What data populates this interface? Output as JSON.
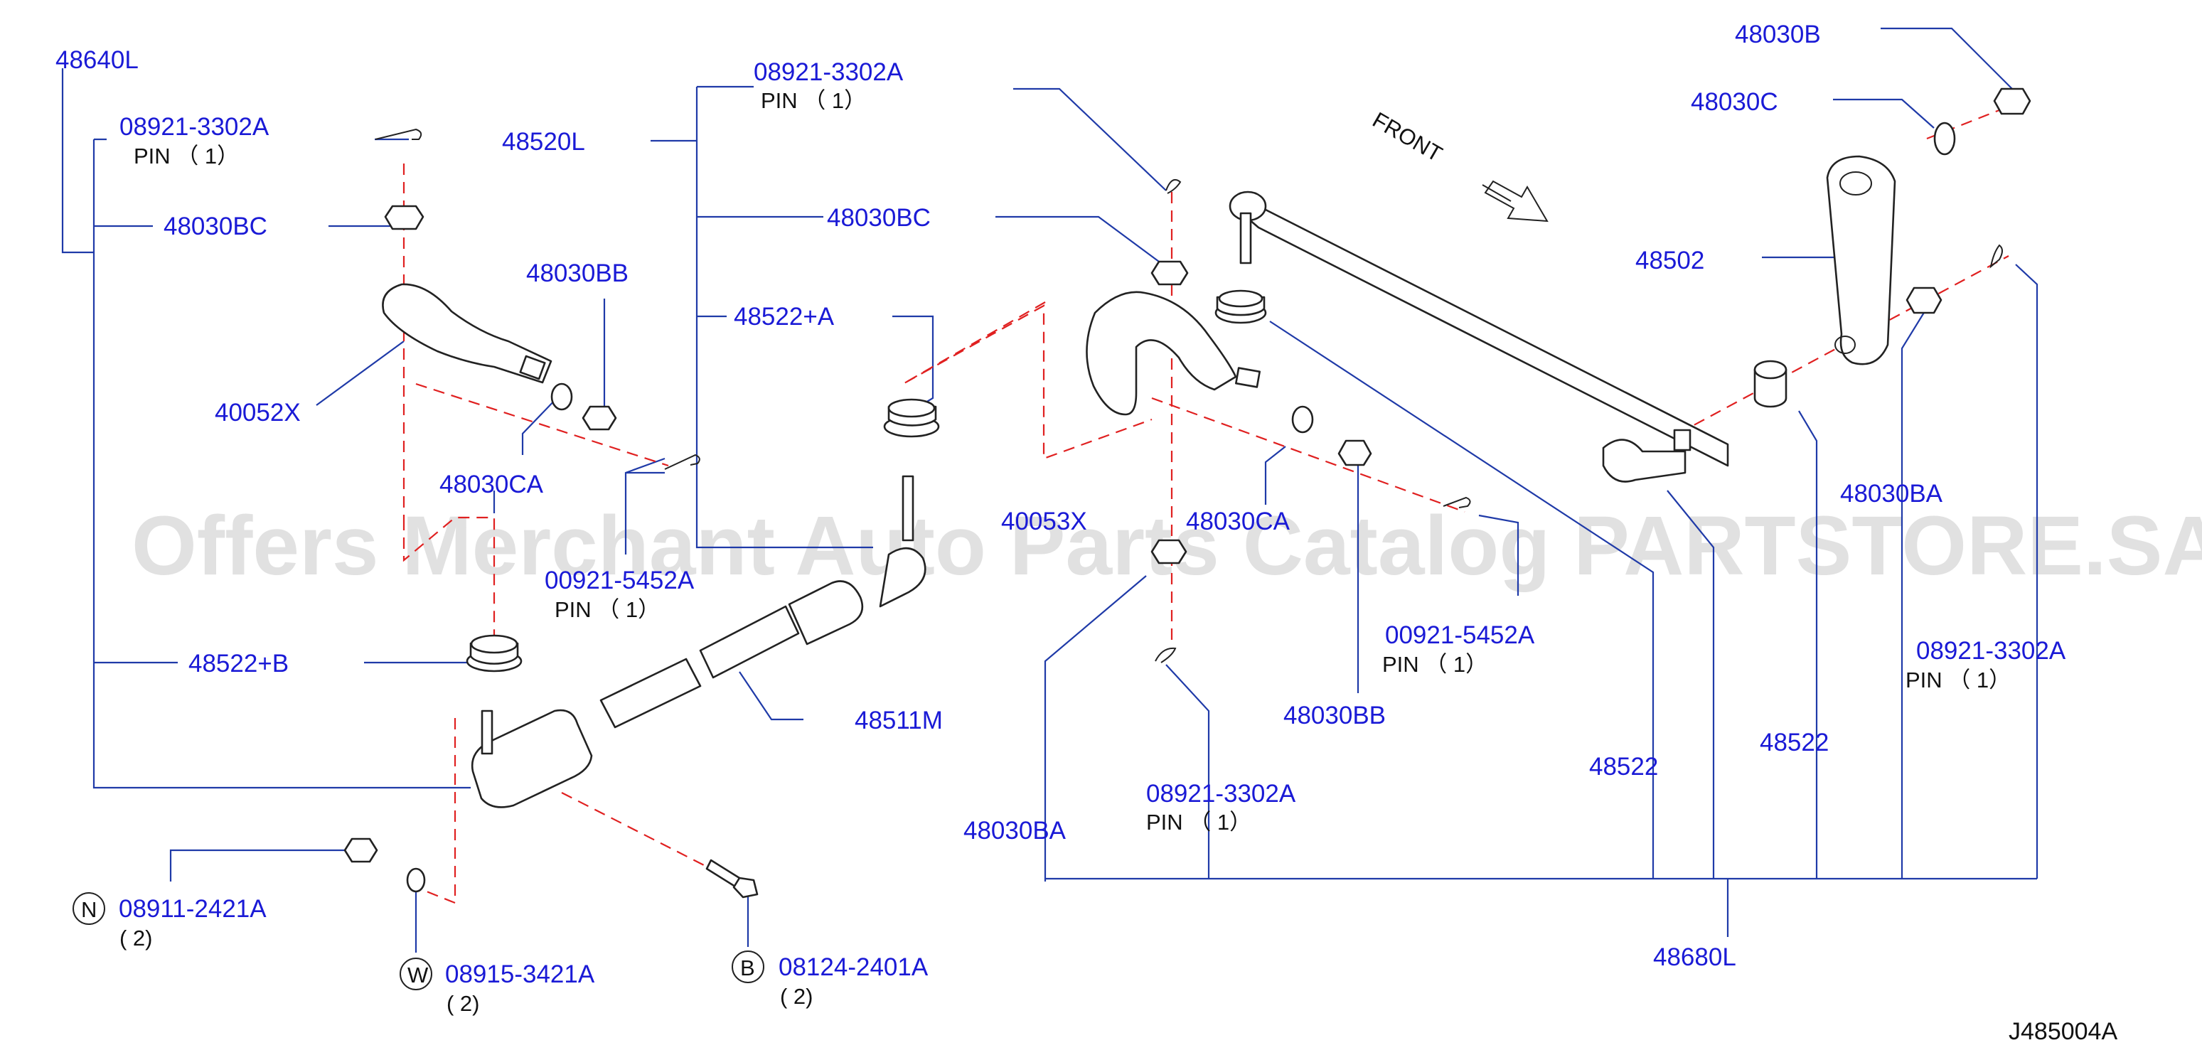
{
  "watermark": "Offers Merchant Auto Parts Catalog PARTSTORE.SA",
  "diagram_id": "J485004A",
  "front_label": "FRONT",
  "colors": {
    "label": "#1a1ad6",
    "leader": "#1f3aa8",
    "dash": "#e02020",
    "watermark": "#c9c9c9"
  },
  "labels": {
    "l_48640L": "48640L",
    "l_pin1_code": "08921-3302A",
    "l_pin1_desc": "PIN （ 1）",
    "l_48030BC_left": "48030BC",
    "l_48030BB_left": "48030BB",
    "l_40052X": "40052X",
    "l_48030CA_left": "48030CA",
    "l_48520L": "48520L",
    "l_pin2_code": "08921-3302A",
    "l_pin2_desc": "PIN （ 1）",
    "l_48030BC_mid": "48030BC",
    "l_48522A": "48522+A",
    "l_00921_left_code": "00921-5452A",
    "l_00921_left_desc": "PIN （ 1）",
    "l_48522B": "48522+B",
    "l_48511M": "48511M",
    "l_08911_code": "08911-2421A",
    "l_08911_qty": "( 2)",
    "l_08911_ref": "N",
    "l_08915_code": "08915-3421A",
    "l_08915_qty": "( 2)",
    "l_08915_ref": "W",
    "l_08124_code": "08124-2401A",
    "l_08124_qty": "( 2)",
    "l_08124_ref": "B",
    "l_40053X": "40053X",
    "l_48030CA_mid": "48030CA",
    "l_00921_right_code": "00921-5452A",
    "l_00921_right_desc": "PIN （ 1）",
    "l_48030BB_mid": "48030BB",
    "l_pin3_code": "08921-3302A",
    "l_pin3_desc": "PIN （ 1）",
    "l_48030BA_left": "48030BA",
    "l_48522_a": "48522",
    "l_48522_b": "48522",
    "l_48030BA_right": "48030BA",
    "l_pin4_code": "08921-3302A",
    "l_pin4_desc": "PIN （ 1）",
    "l_48680L": "48680L",
    "l_48030B": "48030B",
    "l_48030C": "48030C",
    "l_48502": "48502"
  }
}
